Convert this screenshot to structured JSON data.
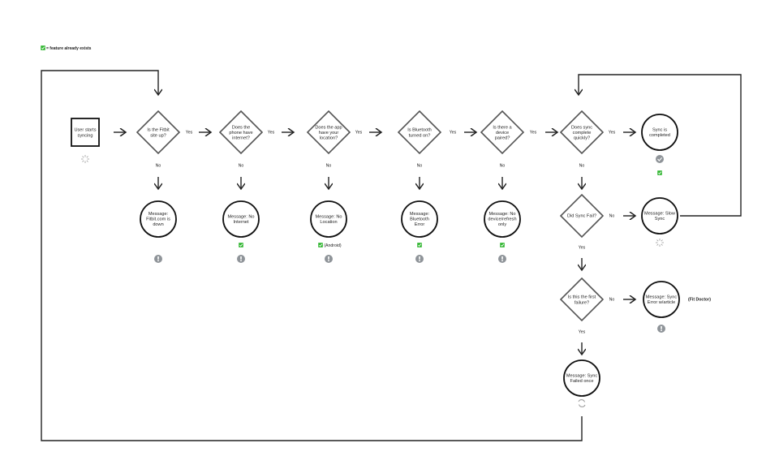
{
  "legend": {
    "text": "= feature already exists"
  },
  "start": {
    "lines": [
      "User starts",
      "syncing"
    ]
  },
  "decisions": [
    {
      "lines": [
        "Is the Fitbit",
        "site up?"
      ],
      "yes": "Yes",
      "no": "No"
    },
    {
      "lines": [
        "Does the",
        "phone have",
        "internet?"
      ],
      "yes": "Yes",
      "no": "No"
    },
    {
      "lines": [
        "Does the app",
        "have your",
        "location?"
      ],
      "yes": "Yes",
      "no": "No"
    },
    {
      "lines": [
        "Is Bluetooth",
        "turned on?"
      ],
      "yes": "Yes",
      "no": "No"
    },
    {
      "lines": [
        "Is there a",
        "device",
        "paired?"
      ],
      "yes": "Yes",
      "no": "No"
    },
    {
      "lines": [
        "Does sync",
        "complete",
        "quickly?"
      ],
      "yes": "Yes",
      "no": "No"
    },
    {
      "lines": [
        "Did Sync Fail?"
      ],
      "yes": "Yes",
      "no": "No"
    },
    {
      "lines": [
        "Is this the first",
        "failure?"
      ],
      "yes": "Yes",
      "no": "No"
    }
  ],
  "messages": [
    {
      "lines": [
        "Message:",
        "Fitbit.com is",
        "down"
      ]
    },
    {
      "lines": [
        "Message: No",
        "Internet"
      ]
    },
    {
      "lines": [
        "Message: No",
        "Location"
      ],
      "note": "(Android)"
    },
    {
      "lines": [
        "Message:",
        "Bluetooth",
        "Error"
      ]
    },
    {
      "lines": [
        "Message: No",
        "device/refresh",
        "only"
      ]
    },
    {
      "lines": [
        "Sync is",
        "completed"
      ]
    },
    {
      "lines": [
        "Message: Slow",
        "Sync"
      ]
    },
    {
      "lines": [
        "Message: Sync",
        "Error w/article"
      ],
      "note": "(Fit Doctor)"
    },
    {
      "lines": [
        "Message: Sync",
        "Failed once"
      ]
    }
  ],
  "colors": {
    "check": "#2fb52f",
    "alert": "#8f9499",
    "line": "#222222"
  }
}
